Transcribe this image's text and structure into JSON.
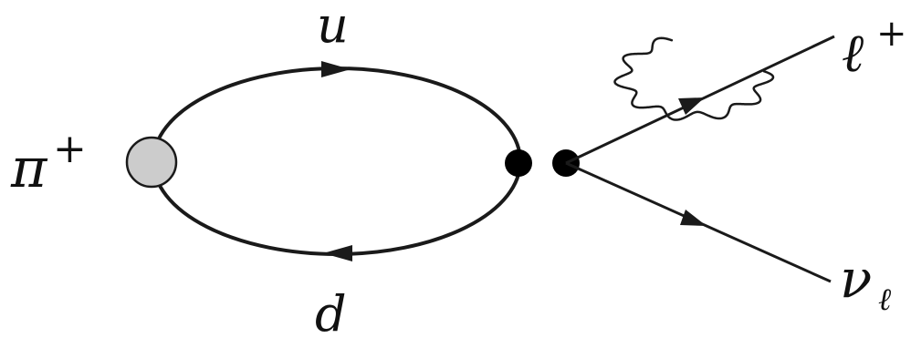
{
  "labels": {
    "pion": "π",
    "pion_charge": "+",
    "up_quark": "u",
    "down_quark": "d",
    "lepton": "ℓ",
    "lepton_charge": "+",
    "neutrino": "ν",
    "neutrino_sub": "ℓ"
  },
  "colors": {
    "line": "#1a1a1a",
    "blob_fill": "#cccccc",
    "vertex": "#000000",
    "background": "#ffffff"
  }
}
